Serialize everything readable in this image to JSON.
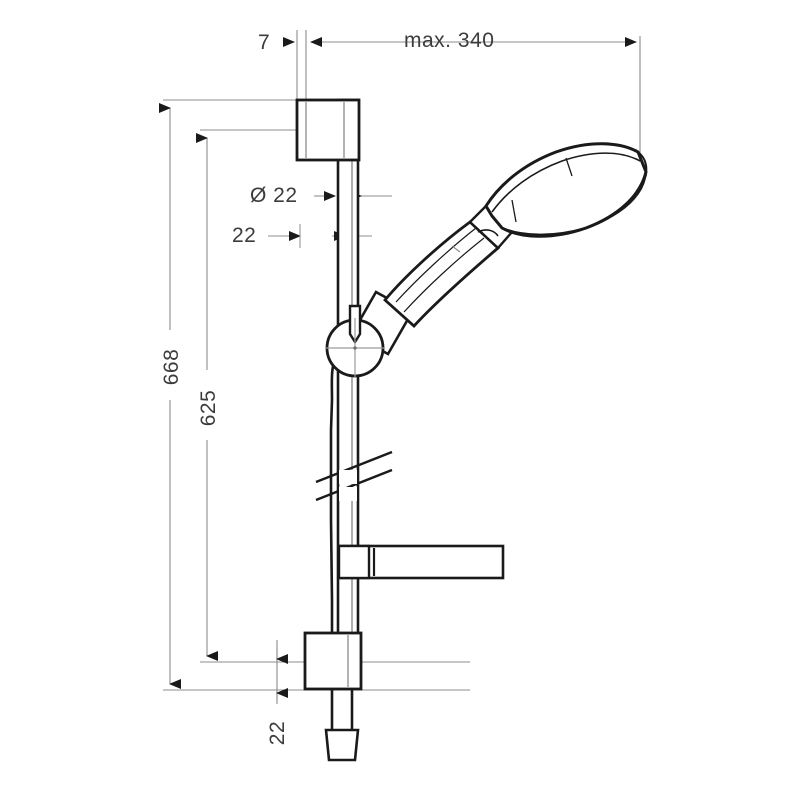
{
  "drawing": {
    "title": "Shower rail set dimension drawing",
    "units": "mm",
    "line_color": "#1a1a1a",
    "dimension_line_color": "#8c8c8c",
    "text_color": "#3c3c3c",
    "background_color": "#ffffff"
  },
  "dimensions": {
    "wall_offset": "7",
    "max_reach": "max. 340",
    "rail_diameter": "Ø 22",
    "top_bracket_offset": "22",
    "total_height": "668",
    "bracket_spacing": "625",
    "bottom_bracket_offset": "22"
  },
  "parts": {
    "rail": "shower-rail",
    "top_bracket": "top-wall-bracket",
    "bottom_bracket": "bottom-wall-bracket",
    "holder": "adjustable-hand-shower-holder",
    "hand_shower": "hand-shower-head",
    "hose": "shower-hose",
    "soap_dish": "soap-dish-arm",
    "break_symbol": "rail-break-symbol"
  }
}
